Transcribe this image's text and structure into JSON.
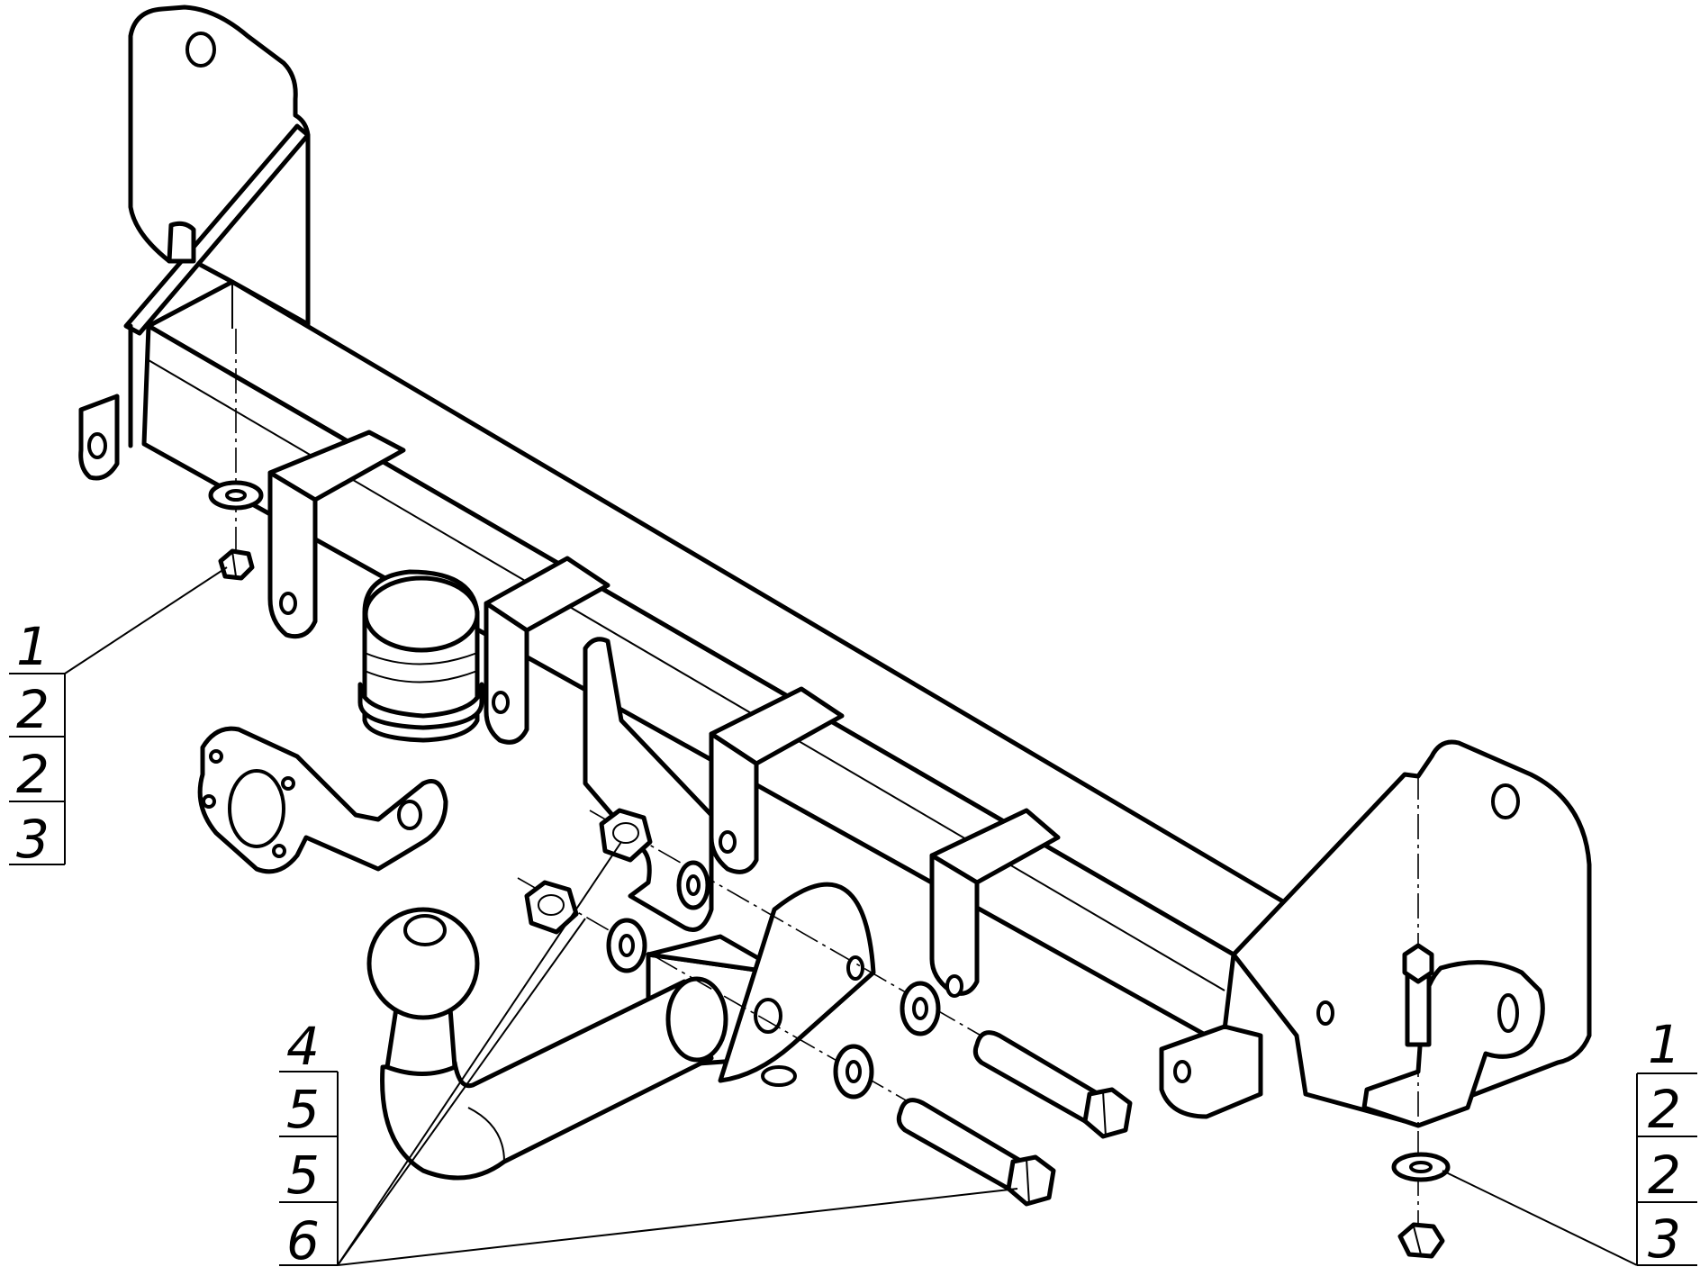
{
  "callouts": {
    "left": [
      "1",
      "2",
      "2",
      "3"
    ],
    "right": [
      "1",
      "2",
      "2",
      "3"
    ],
    "bottom": [
      "4",
      "5",
      "5",
      "6"
    ]
  },
  "colors": {
    "line": "#000000",
    "paper": "#ffffff"
  },
  "icons": [
    "nut-icon",
    "washer-icon",
    "bolt-icon",
    "tow-ball-icon",
    "ball-cover-icon",
    "socket-plate-icon"
  ]
}
